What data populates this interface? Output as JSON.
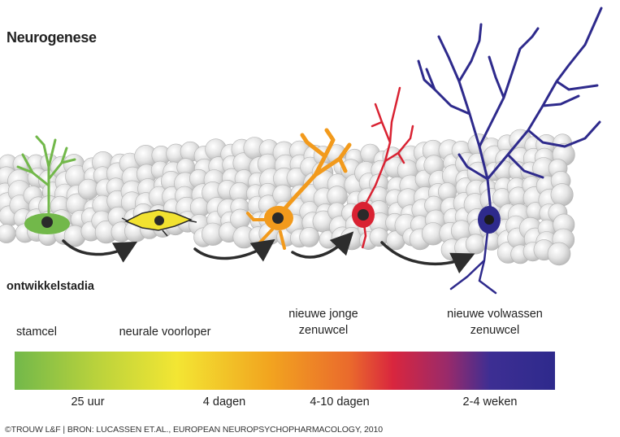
{
  "title": "Neurogenese",
  "section_label": "ontwikkelstadia",
  "stages": [
    {
      "label": "stamcel"
    },
    {
      "label": "neurale voorloper"
    },
    {
      "label": "nieuwe jonge\nzenuwcel"
    },
    {
      "label": "nieuwe volwassen\nzenuwcel"
    }
  ],
  "timeline": [
    "25 uur",
    "4 dagen",
    "4-10 dagen",
    "2-4 weken"
  ],
  "credit": "©TROUW L&F | BRON: LUCASSEN ET.AL., EUROPEAN NEUROPSYCHOPHARMACOLOGY, 2010",
  "colors": {
    "stamcel": "#72b84a",
    "voorloper": "#f2e230",
    "jong": "#f29a1c",
    "jong_rood": "#d92232",
    "volwassen": "#2e2a8c",
    "tissue": "#e6e6e6",
    "arrow": "#2d2d2d"
  }
}
